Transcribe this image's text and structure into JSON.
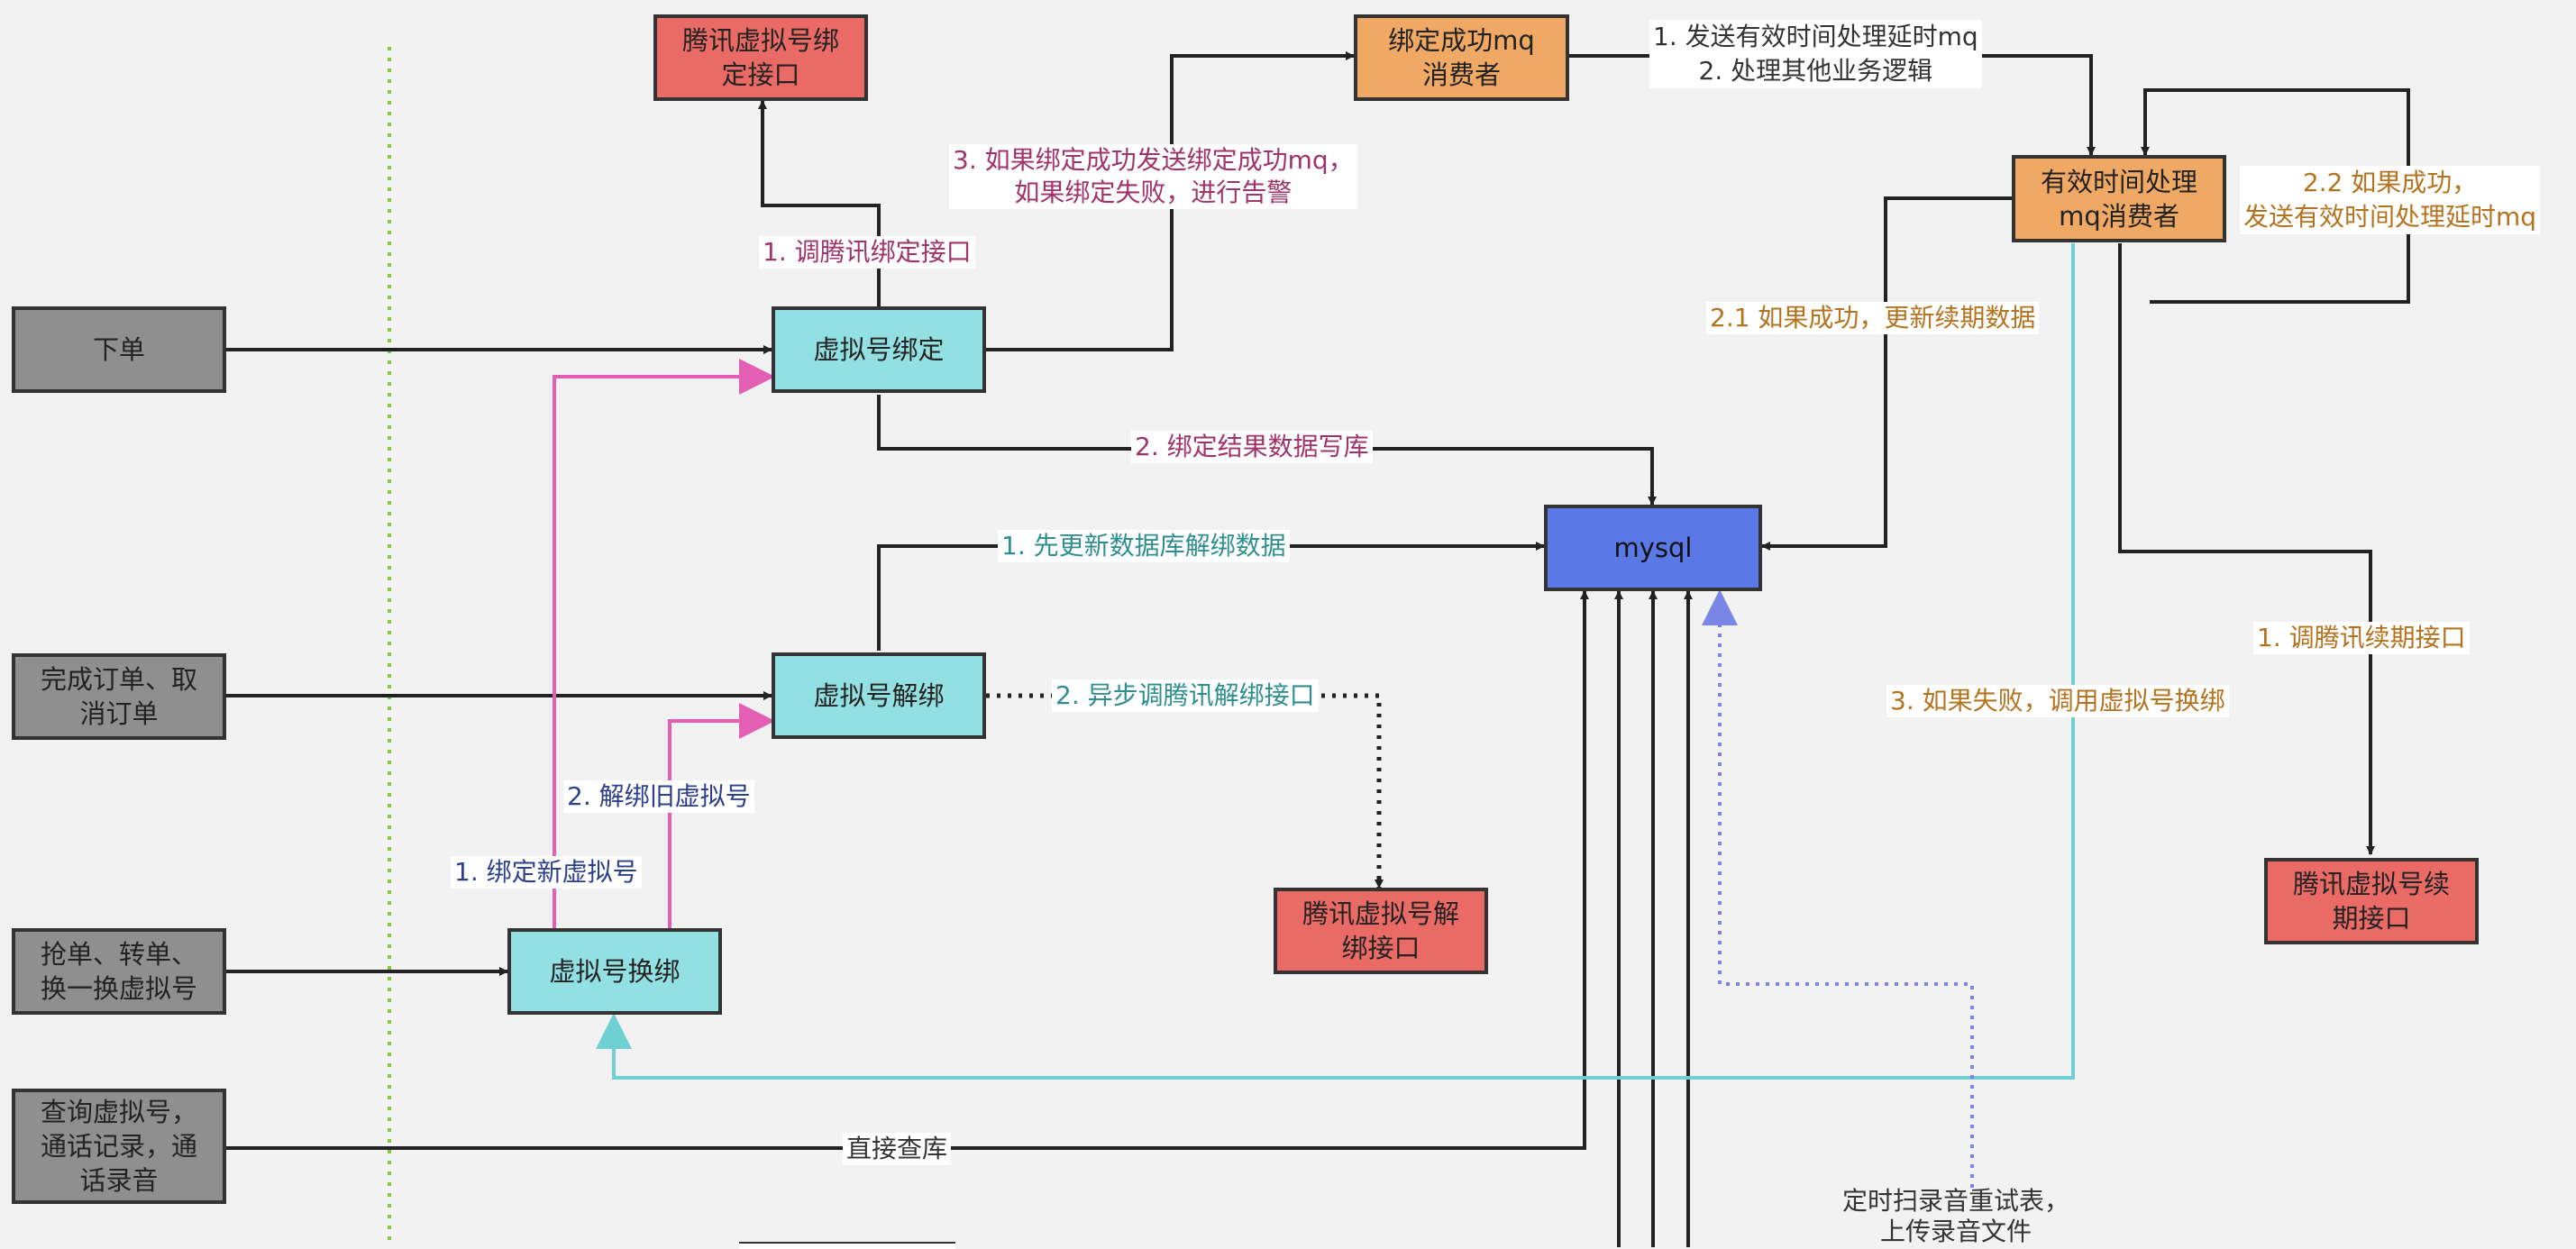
{
  "nodes": {
    "order": "下单",
    "complete_cancel": "完成订单、取\n消订单",
    "grab_transfer": "抢单、转单、\n换一换虚拟号",
    "query": "查询虚拟号，\n通话记录，通\n话录音",
    "vn_bind": "虚拟号绑定",
    "vn_unbind": "虚拟号解绑",
    "vn_rebind": "虚拟号换绑",
    "tencent_bind_api": "腾讯虚拟号绑\n定接口",
    "tencent_unbind_api": "腾讯虚拟号解\n绑接口",
    "bind_success_mq": "绑定成功mq\n消费者",
    "valid_time_mq": "有效时间处理\nmq消费者",
    "tencent_renew_api": "腾讯虚拟号续\n期接口",
    "mysql": "mysql"
  },
  "labels": {
    "call_tencent_bind": "1. 调腾讯绑定接口",
    "bind_success_send_mq": "3. 如果绑定成功发送绑定成功mq，\n如果绑定失败，进行告警",
    "bind_result_write_db": "2. 绑定结果数据写库",
    "update_db_unbind": "1. 先更新数据库解绑数据",
    "async_unbind": "2. 异步调腾讯解绑接口",
    "unbind_old": "2. 解绑旧虚拟号",
    "bind_new": "1. 绑定新虚拟号",
    "send_valid_delay": "1. 发送有效时间处理延时mq\n2. 处理其他业务逻辑",
    "if_success_send_delay": "2.2 如果成功，\n发送有效时间处理延时mq",
    "if_success_update_renew": "2.1 如果成功，更新续期数据",
    "call_tencent_renew": "1. 调腾讯续期接口",
    "if_fail_rebind": "3. 如果失败，调用虚拟号换绑",
    "direct_query": "直接查库",
    "scan_record_retry": "定时扫录音重试表，\n上传录音文件"
  },
  "colors": {
    "grey": "#8f8f8f",
    "cyan": "#93e0e2",
    "red": "#ea6b66",
    "orange": "#f0a865",
    "blue": "#5b79e6",
    "pink_line": "#e35fb3",
    "teal_line": "#6fd0d3",
    "dotted_blue": "#7a86e6",
    "green_divider": "#7ccc4a"
  }
}
